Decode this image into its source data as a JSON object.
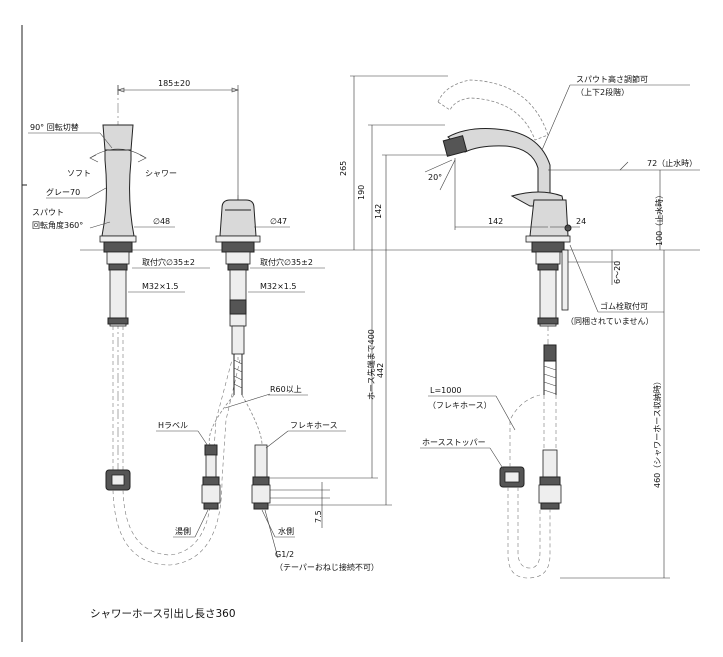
{
  "left_view": {
    "dim_width": "185±20",
    "lever_rotation": "90° 回転切替",
    "soft": "ソフト",
    "shower": "シャワー",
    "gray_tolerance": "グレー70",
    "spout_rotation_line1": "スパウト",
    "spout_rotation_line2": "回転角度360°",
    "diameter_48": "∅48",
    "mount_hole": "取付穴∅35±2",
    "thread": "M32×1.5"
  },
  "middle_view": {
    "diameter_47": "∅47",
    "mount_hole": "取付穴∅35±2",
    "thread": "M32×1.5",
    "bend_radius": "R60以上",
    "h_label": "Hラベル",
    "flexi_hose": "フレキホース",
    "hot_side": "湯側",
    "cold_side": "水側",
    "thread_g": "G1/2",
    "taper_note": "（テーパーおねじ接続不可）",
    "dim_75": "7.5",
    "hose_tip_label": "ホース先端まで400",
    "dim_442": "442"
  },
  "right_view": {
    "dim_265": "265",
    "dim_190": "190",
    "dim_142_vertical": "142",
    "dim_142_horizontal": "142",
    "angle_20": "20°",
    "dim_24": "24",
    "spout_height_line1": "スパウト高さ調節可",
    "spout_height_line2": "（上下2段階）",
    "dim_72": "72（止水時）",
    "dim_100": "100（止水時）",
    "dim_6_20": "6～20",
    "rubber_plug_line1": "ゴム栓取付可",
    "rubber_plug_line2": "（同梱されていません）",
    "hose_length_line1": "L=1000",
    "hose_length_line2": "（フレキホース）",
    "hose_stopper": "ホースストッパー",
    "dim_460": "460（シャワーホース収納時）"
  },
  "caption": "シャワーホース引出し長さ360"
}
